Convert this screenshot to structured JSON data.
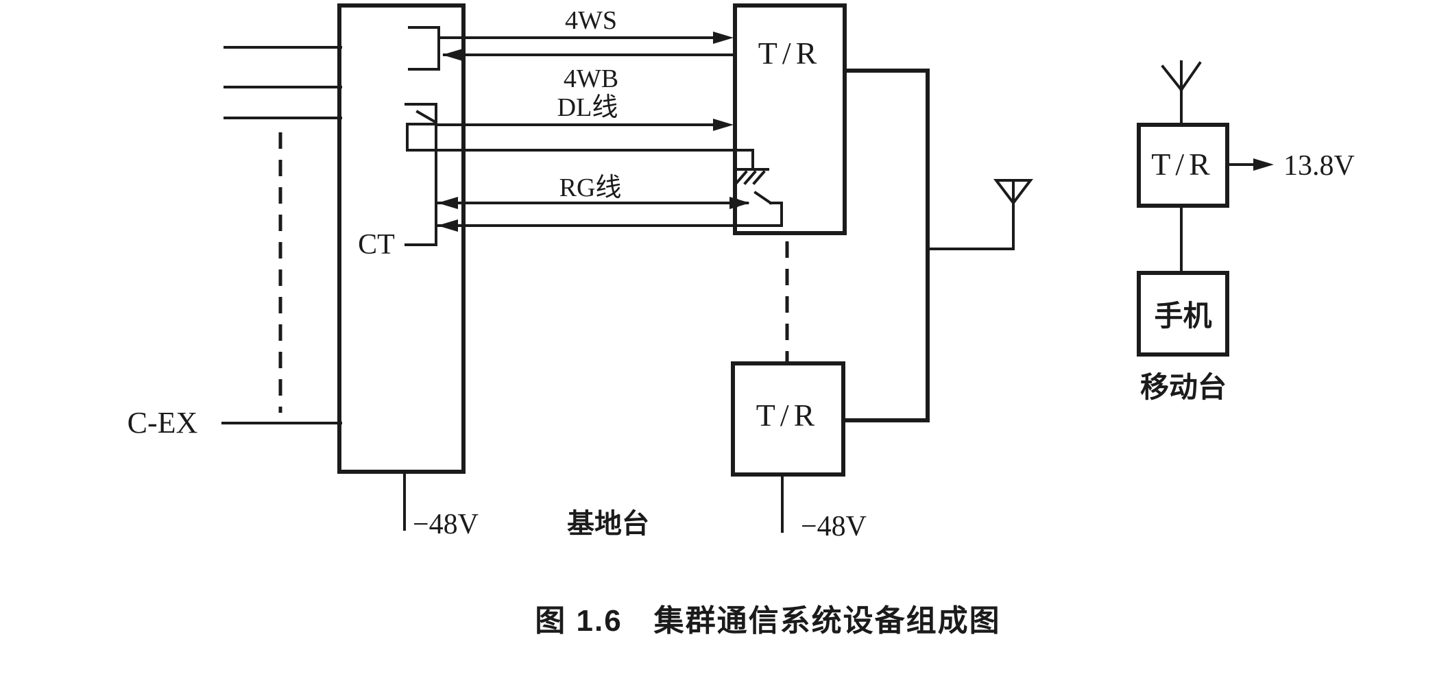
{
  "colors": {
    "ink": "#1b1b1b",
    "paper": "#ffffff"
  },
  "caption": "图 1.6　集群通信系统设备组成图",
  "base_station": {
    "name_label": "基地台",
    "exchange": {
      "cex_label": "C-EX",
      "ct_label": "CT",
      "power_label": "−48V"
    },
    "lines": {
      "ws4": "4WS",
      "wb4": "4WB",
      "dl": "DL线",
      "rg": "RG线"
    },
    "transceiver_1": {
      "label": "T/R"
    },
    "transceiver_2": {
      "label": "T/R",
      "power_label": "−48V"
    }
  },
  "mobile_station": {
    "name_label": "移动台",
    "transceiver": {
      "label": "T/R",
      "supply_label": "13.8V"
    },
    "handset": {
      "label": "手机"
    }
  }
}
